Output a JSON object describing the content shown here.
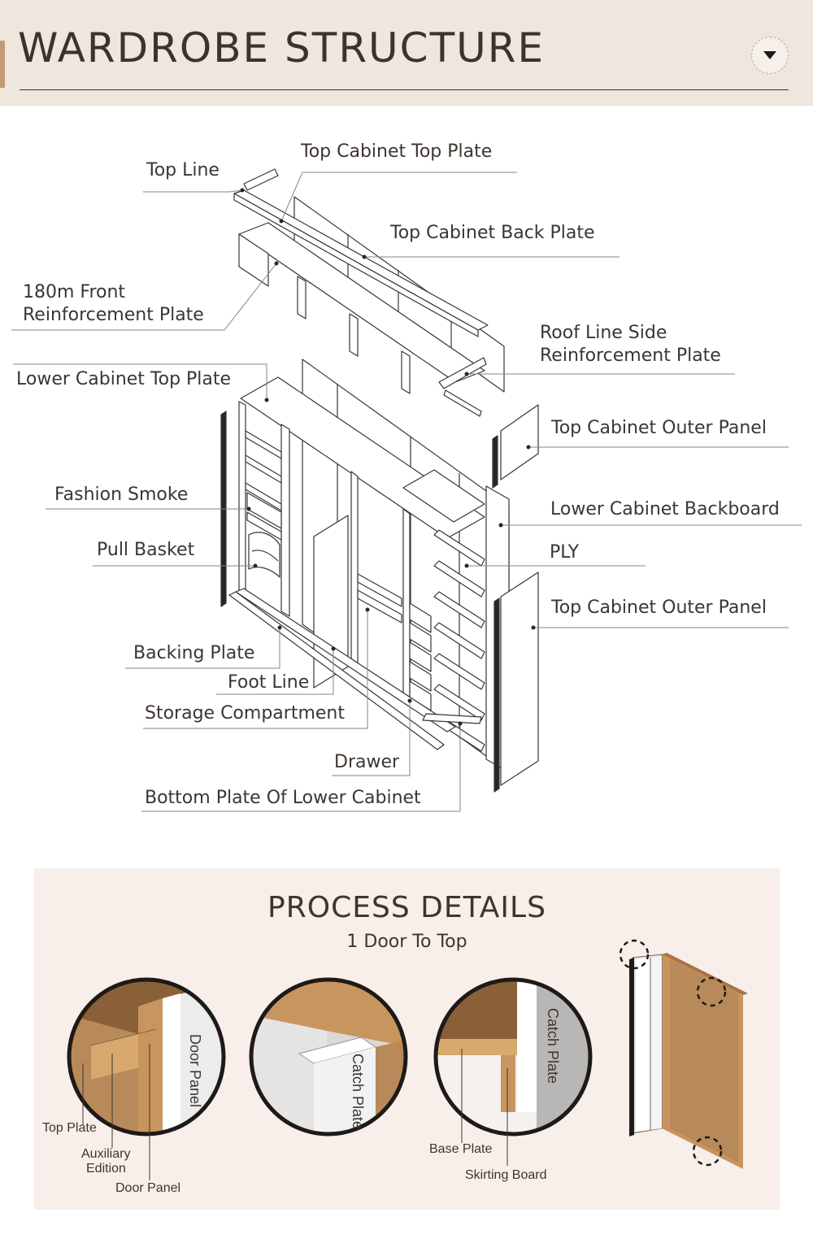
{
  "header": {
    "title": "WARDROBE STRUCTURE"
  },
  "structure_labels": {
    "top_line": "Top Line",
    "top_cabinet_top_plate": "Top Cabinet Top Plate",
    "top_cabinet_back_plate": "Top Cabinet Back Plate",
    "front_reinforcement_1": "180m Front",
    "front_reinforcement_2": "Reinforcement Plate",
    "roof_line_side_1": "Roof Line Side",
    "roof_line_side_2": "Reinforcement Plate",
    "lower_cabinet_top_plate": "Lower Cabinet Top Plate",
    "top_cabinet_outer_panel_1": "Top Cabinet Outer Panel",
    "fashion_smoke": "Fashion Smoke",
    "lower_cabinet_backboard": "Lower Cabinet Backboard",
    "pull_basket": "Pull Basket",
    "ply": "PLY",
    "top_cabinet_outer_panel_2": "Top Cabinet Outer Panel",
    "backing_plate": "Backing Plate",
    "foot_line": "Foot Line",
    "storage_compartment": "Storage Compartment",
    "drawer": "Drawer",
    "bottom_plate": "Bottom Plate Of Lower Cabinet"
  },
  "process": {
    "title": "PROCESS DETAILS",
    "subtitle": "1 Door To Top",
    "detail1": {
      "top_plate": "Top Plate",
      "auxiliary_1": "Auxiliary",
      "auxiliary_2": "Edition",
      "door_panel_bottom": "Door Panel",
      "door_panel_vertical": "Door Panel"
    },
    "detail2": {
      "catch_plate": "Catch Plate"
    },
    "detail3": {
      "catch_plate": "Catch Plate",
      "base_plate": "Base Plate",
      "skirting_board": "Skirting Board"
    }
  },
  "colors": {
    "header_bg": "#efe6de",
    "accent": "#c49a72",
    "process_bg": "#f8efea",
    "wood": "#c9955e",
    "wood_dark": "#a87444",
    "text": "#3d3530"
  },
  "icons": {
    "header_button": "chevron-down-icon"
  }
}
